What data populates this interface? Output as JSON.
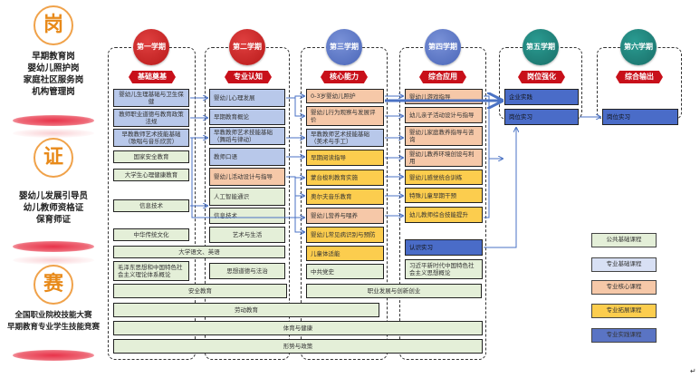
{
  "left_panel": {
    "sections": [
      {
        "badge": "岗",
        "lines": [
          "早期教育岗",
          "婴幼儿照护岗",
          "家庭社区服务岗",
          "机构管理岗"
        ]
      },
      {
        "badge": "证",
        "lines": [
          "婴幼儿发展引导员",
          "幼儿教师资格证",
          "保育师证"
        ]
      },
      {
        "badge": "赛",
        "lines": [
          "全国职业院校技能大赛",
          "早期教育专业学生技能竞赛"
        ]
      }
    ]
  },
  "semesters": [
    {
      "title": "第一学期",
      "tag": "基础奠基"
    },
    {
      "title": "第二学期",
      "tag": "专业认知"
    },
    {
      "title": "第三学期",
      "tag": "核心能力"
    },
    {
      "title": "第四学期",
      "tag": "综合应用"
    },
    {
      "title": "第五学期",
      "tag": "岗位强化"
    },
    {
      "title": "第六学期",
      "tag": "综合输出"
    }
  ],
  "courses": {
    "s1": [
      "婴幼儿生理基础与卫生保健",
      "教师职业道德与教育政策法规",
      "早教教师艺术技能基础（歌唱与音乐欣赏）",
      "国家安全教育",
      "大学生心理健康教育",
      "信息技术",
      "中华传统文化"
    ],
    "s2": [
      "婴幼儿心理发展",
      "早期教育概论",
      "早教教师艺术技能基础（舞蹈与律动）",
      "教师口语",
      "婴幼儿活动设计与指导",
      "人工智能通识",
      "信息技术",
      "艺术与生活"
    ],
    "s3": [
      "0-3岁婴幼儿照护",
      "婴幼儿行为观察与发展评价",
      "早教教师艺术技能基础（美术与手工）",
      "早期阅读指导",
      "蒙台梭利教育实施",
      "奥尔夫音乐教育",
      "婴幼儿营养与喂养",
      "婴幼儿常见病识别与预防",
      "儿童体适能",
      "中共党史"
    ],
    "s4": [
      "婴幼儿游戏指导",
      "幼儿亲子活动设计与指导",
      "婴幼儿家庭教养指导与咨询",
      "婴幼儿教养环境创设与利用",
      "婴幼儿感觉统合训练",
      "特殊儿童早期干预",
      "幼儿教师综合技能提升",
      "认识实习",
      "习近平新时代中国特色社会主义思想概论"
    ],
    "s5": [
      "企业实践",
      "岗位实习"
    ],
    "s6": [
      "岗位实习"
    ],
    "spanning": {
      "college_chinese_english": "大学语文、英语",
      "mao_thought": "毛泽东思想和中国特色社会主义理论体系概论",
      "ideology_law": "思想道德与法治",
      "safety": "安全教育",
      "career": "职业发展与创新创业",
      "labor": "劳动教育",
      "pe_health": "体育与健康",
      "situation_policy": "形势与政策"
    }
  },
  "legend": [
    {
      "label": "公共基础课程",
      "color": "#e4efd8"
    },
    {
      "label": "专业基础课程",
      "color": "#b8c8ea"
    },
    {
      "label": "专业核心课程",
      "color": "#f6c8a8"
    },
    {
      "label": "专业拓展课程",
      "color": "#fccd4e"
    },
    {
      "label": "专业实践课程",
      "color": "#4a6cc8"
    }
  ],
  "return_mark": "↵"
}
